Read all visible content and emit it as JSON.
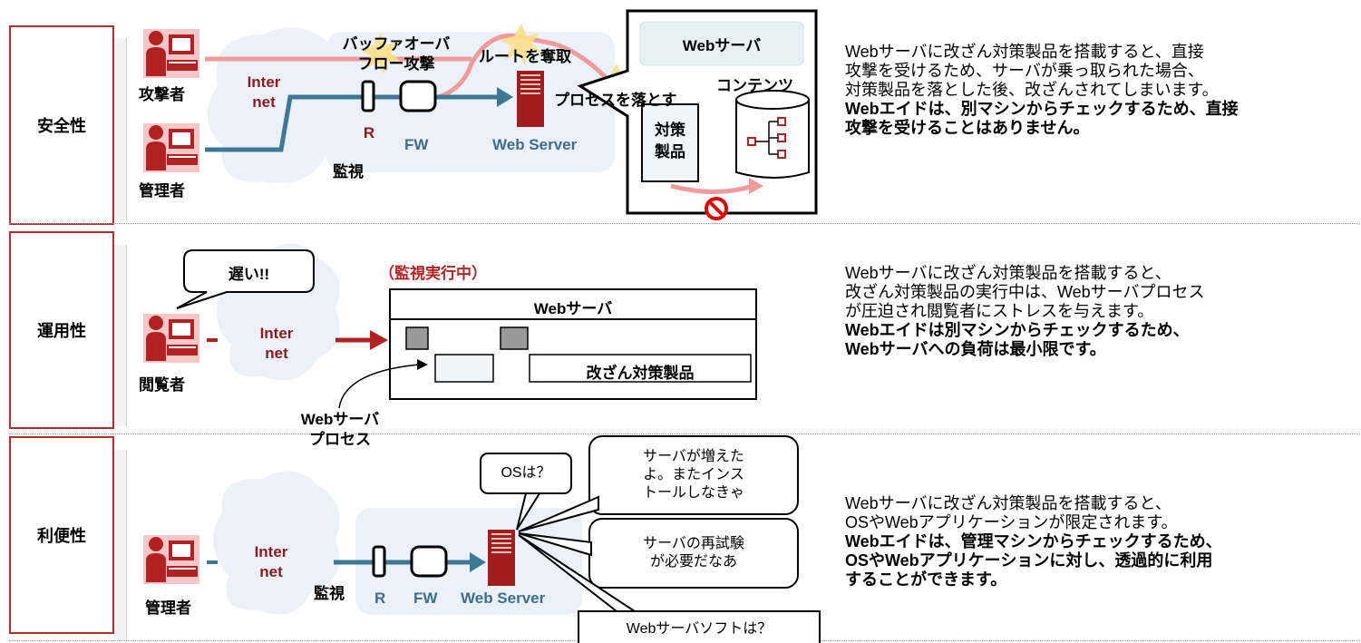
{
  "rows": [
    {
      "label": "安全性",
      "desc_normal": [
        "Webサーバに改ざん対策製品を搭載すると、直接",
        "攻撃を受けるため、サーバが乗っ取られた場合、",
        "対策製品を落とした後、改ざんされてしまいます。"
      ],
      "desc_bold": [
        "Webエイドは、別マシンからチェックするため、直接",
        "攻撃を受けることはありません。"
      ]
    },
    {
      "label": "運用性",
      "desc_normal": [
        "Webサーバに改ざん対策製品を搭載すると、",
        "改ざん対策製品の実行中は、Webサーバプロセス",
        "が圧迫され閲覧者にストレスを与えます。"
      ],
      "desc_bold": [
        "Webエイドは別マシンからチェックするため、",
        "Webサーバへの負荷は最小限です。"
      ]
    },
    {
      "label": "利便性",
      "desc_normal": [
        "Webサーバに改ざん対策製品を搭載すると、",
        "OSやWebアプリケーションが限定されます。"
      ],
      "desc_bold": [
        "Webエイドは、管理マシンからチェックするため、",
        "OSやWebアプリケーションに対し、透過的に利用",
        "することができます。"
      ]
    }
  ],
  "d1": {
    "attacker": "攻撃者",
    "admin": "管理者",
    "internet": [
      "Inter",
      "net"
    ],
    "overflow": [
      "バッファオーバ",
      "フロー攻撃"
    ],
    "root": "ルートを奪取",
    "kill": "プロセスを落とす",
    "r": "R",
    "fw": "FW",
    "webserver": "Web Server",
    "monitor": "監視",
    "server_box_title": "Webサーバ",
    "contents": "コンテンツ",
    "product": [
      "対策",
      "製品"
    ]
  },
  "d2": {
    "slow": "遅い!!",
    "monitoring": "（監視実行中）",
    "viewer": "閲覧者",
    "internet": [
      "Inter",
      "net"
    ],
    "server_title": "Webサーバ",
    "product": "改ざん対策製品",
    "process": [
      "Webサーバ",
      "プロセス"
    ]
  },
  "d3": {
    "os": "OSは？",
    "more_servers": [
      "サーバが増えた",
      "よ。またインス",
      "トールしなきゃ"
    ],
    "retest": [
      "サーバの再試験",
      "が必要だなあ"
    ],
    "soft": "Webサーバソフトは？",
    "internet": [
      "Inter",
      "net"
    ],
    "monitor": "監視",
    "admin": "管理者",
    "r": "R",
    "fw": "FW",
    "webserver": "Web Server"
  },
  "colors": {
    "red": "#b22222",
    "maroon": "#8b1a1a",
    "teal": "#3d7896",
    "pink": "#f19a9a",
    "cloud": "#eaf1f8"
  }
}
